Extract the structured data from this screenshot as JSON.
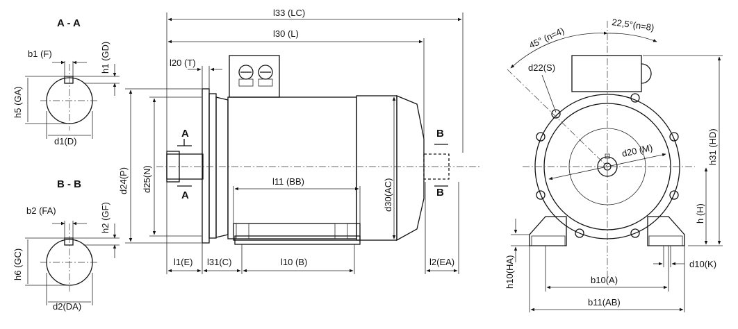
{
  "sections": {
    "aa_title": "A - A",
    "bb_title": "B - B",
    "a_marker": "A",
    "b_marker": "B"
  },
  "section_aa": {
    "b1": "b1 (F)",
    "h1": "h1 (GD)",
    "h5": "h5 (GA)",
    "d1": "d1(D)"
  },
  "section_bb": {
    "b2": "b2 (FA)",
    "h2": "h2 (GF)",
    "h6": "h6 (GC)",
    "d2": "d2(DA)"
  },
  "side_view": {
    "l33": "l33 (LC)",
    "l30": "l30 (L)",
    "l20": "l20 (T)",
    "d24": "d24(P)",
    "d25": "d25(N)",
    "l11": "l11 (BB)",
    "d30": "d30(AC)",
    "l1": "l1(E)",
    "l31": "l31(C)",
    "l10": "l10 (B)",
    "l2": "l2(EA)"
  },
  "front_view": {
    "angle45": "45° (n=4)",
    "angle22": "22,5°(n=8)",
    "d22": "d22(S)",
    "d20": "d20 (M)",
    "h31": "h31 (HD)",
    "h": "h (H)",
    "h10": "h10(HA)",
    "d10": "d10(K)",
    "b10": "b10(A)",
    "b11": "b11(AB)"
  }
}
